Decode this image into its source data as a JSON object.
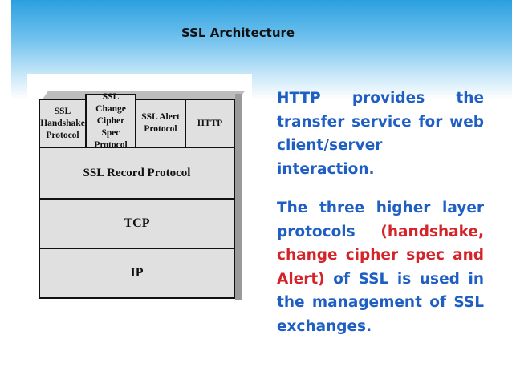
{
  "slide": {
    "title": "SSL Architecture"
  },
  "diagram": {
    "top_layer": [
      {
        "lines": [
          "SSL",
          "Handshake",
          "Protocol"
        ]
      },
      {
        "lines": [
          "SSL Change",
          "Cipher Spec",
          "Protocol"
        ]
      },
      {
        "lines": [
          "SSL Alert",
          "Protocol"
        ]
      },
      {
        "lines": [
          "HTTP"
        ]
      }
    ],
    "record_layer": "SSL Record Protocol",
    "tcp_layer": "TCP",
    "ip_layer": "IP"
  },
  "body": {
    "para1": "HTTP provides the transfer service for web client/server interaction.",
    "para2_start": "The three higher layer protocols ",
    "para2_highlight": "(handshake, change cipher spec and Alert)",
    "para2_end": " of SSL is used  in the management of SSL exchanges."
  },
  "colors": {
    "body_text": "#1f5fc4",
    "highlight_text": "#d4242a",
    "header_gradient_top": "#2aa0e0"
  }
}
